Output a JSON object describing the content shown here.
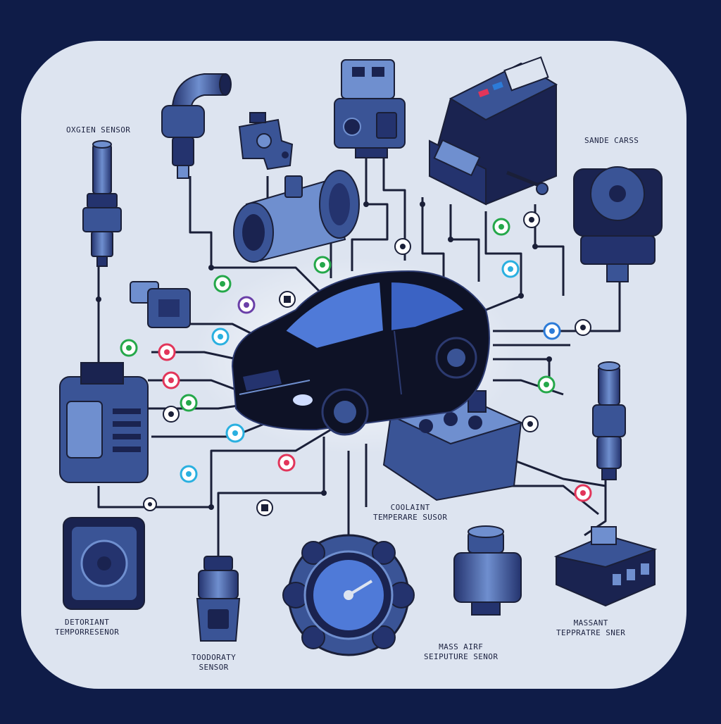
{
  "colors": {
    "background": "#0f1c48",
    "panel": "#dde4f0",
    "wire": "#1a1f38",
    "component_fill": "#3a5496",
    "component_light": "#6f8fcf",
    "component_dark": "#1a2350",
    "car_body": "#0e1226",
    "glass": "#4f7ad8",
    "badge_green": "#25a84a",
    "badge_red": "#e2355a",
    "badge_purple": "#6a3fa8",
    "badge_blue": "#2c7bd8",
    "badge_cyan": "#2ab0e0"
  },
  "labels": {
    "oxygen_sensor": "OXGIEN SENSOR",
    "sande_cars": "SANDE CARSS",
    "coolant_line1": "COOLAINT",
    "coolant_line2": "TEMPERARE SUSOR",
    "detorant_line1": "DETORIANT",
    "detorant_line2": "TEMPORRESENOR",
    "toodority_line1": "TOODORATY",
    "toodority_line2": "SENSOR",
    "mass_air_line1": "MASS AIRF",
    "mass_air_line2": "SEIPUTURE SENOR",
    "massant_line1": "MASSANT",
    "massant_line2": "TEPPRATRE SNER"
  },
  "badge_icons": [
    "tool-icon",
    "gear-icon",
    "chip-icon",
    "plug-icon",
    "gauge-icon",
    "power-icon",
    "wrench-icon",
    "signal-icon",
    "link-icon",
    "battery-icon",
    "check-icon",
    "info-icon",
    "fuel-icon",
    "thermo-icon",
    "lock-icon"
  ]
}
